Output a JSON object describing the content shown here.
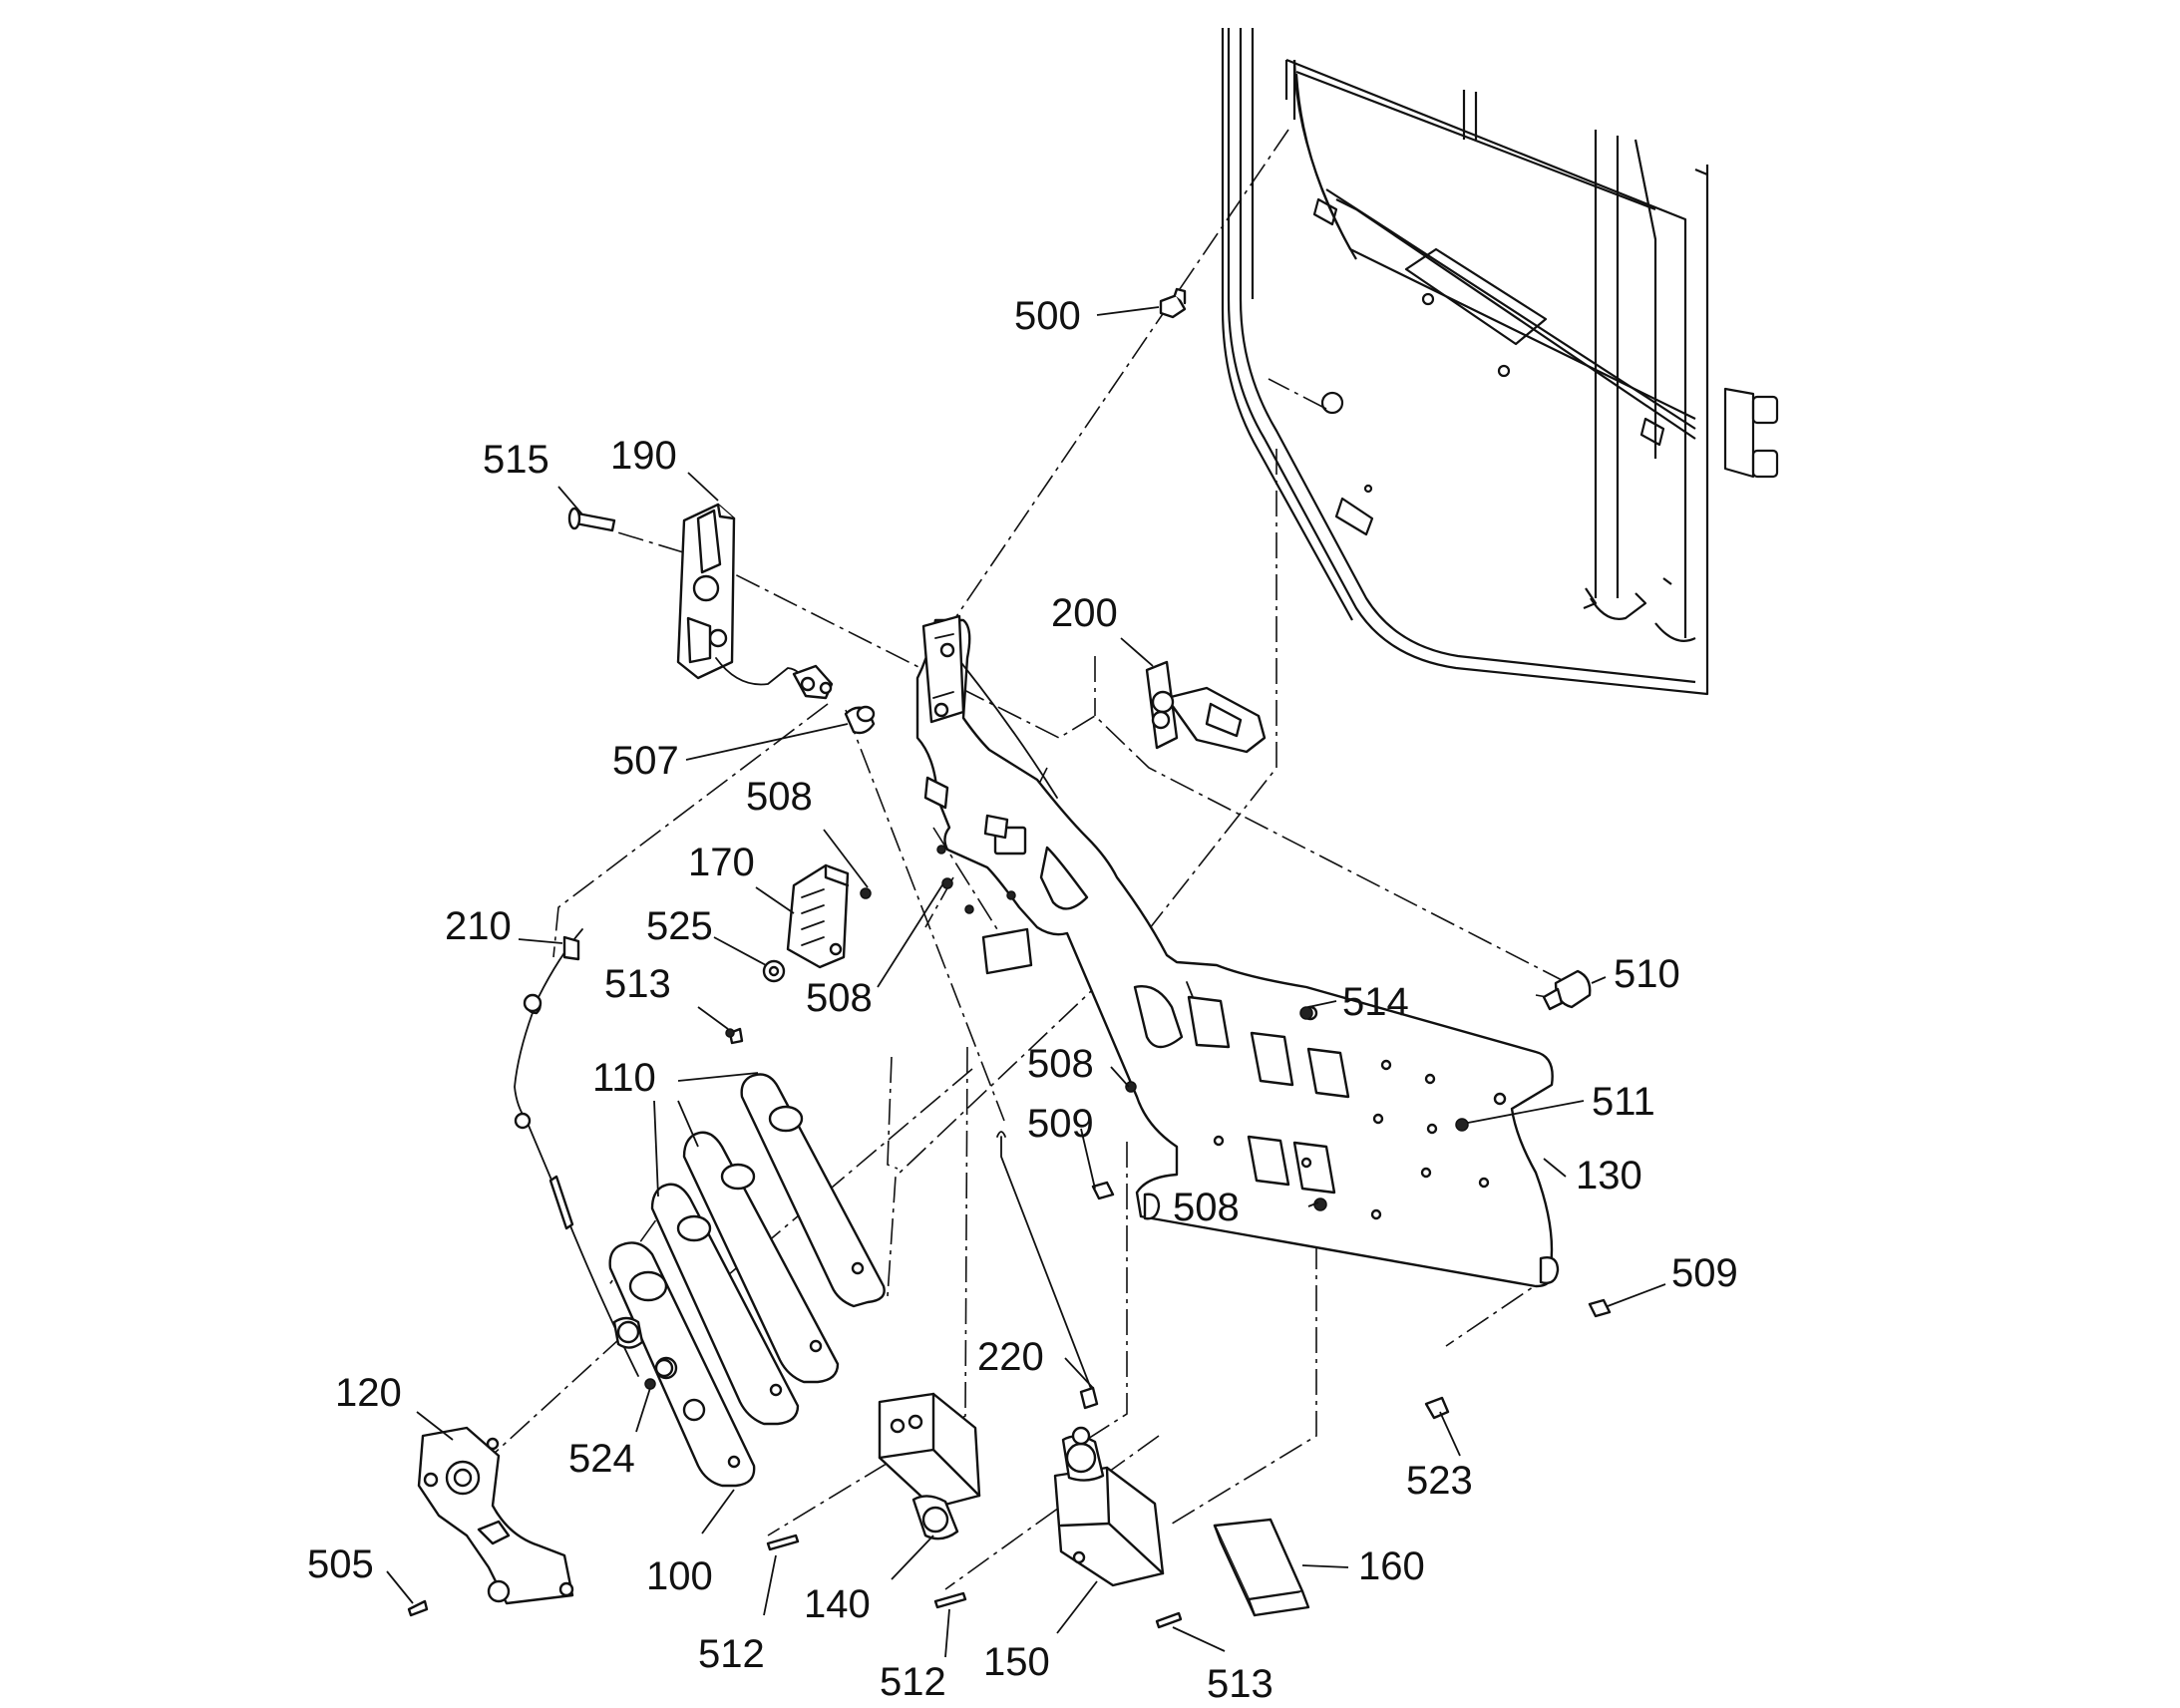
{
  "colors": {
    "line": "#111111",
    "background": "#ffffff"
  },
  "callouts": [
    {
      "label": "500"
    },
    {
      "label": "515"
    },
    {
      "label": "190"
    },
    {
      "label": "200"
    },
    {
      "label": "507"
    },
    {
      "label": "508"
    },
    {
      "label": "170"
    },
    {
      "label": "210"
    },
    {
      "label": "525"
    },
    {
      "label": "513"
    },
    {
      "label": "508"
    },
    {
      "label": "514"
    },
    {
      "label": "510"
    },
    {
      "label": "110"
    },
    {
      "label": "508"
    },
    {
      "label": "511"
    },
    {
      "label": "509"
    },
    {
      "label": "130"
    },
    {
      "label": "508"
    },
    {
      "label": "509"
    },
    {
      "label": "220"
    },
    {
      "label": "120"
    },
    {
      "label": "524"
    },
    {
      "label": "523"
    },
    {
      "label": "505"
    },
    {
      "label": "100"
    },
    {
      "label": "160"
    },
    {
      "label": "512"
    },
    {
      "label": "140"
    },
    {
      "label": "512"
    },
    {
      "label": "150"
    },
    {
      "label": "513"
    }
  ]
}
